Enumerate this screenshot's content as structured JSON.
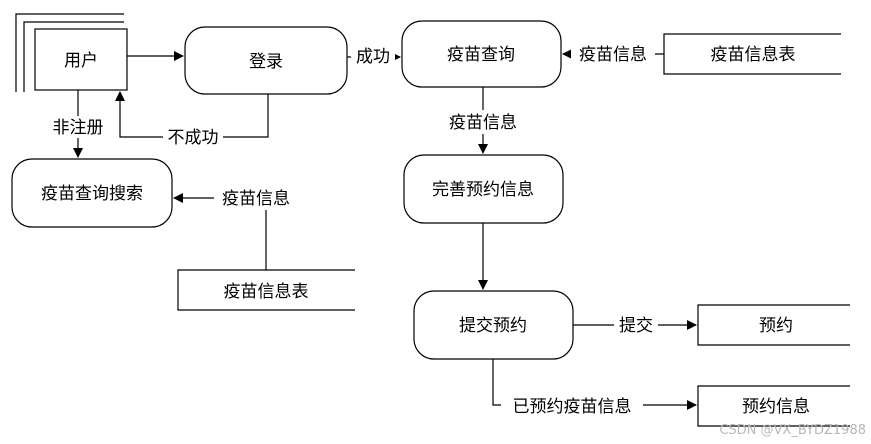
{
  "nodes": {
    "user": "用户",
    "login": "登录",
    "vaccine_query": "疫苗查询",
    "vaccine_info_table_top": "疫苗信息表",
    "query_search": "疫苗查询搜索",
    "vaccine_info_table_bottom": "疫苗信息表",
    "complete_info": "完善预约信息",
    "submit": "提交预约",
    "booking_store": "预约",
    "booking_info_store": "预约信息"
  },
  "edges": {
    "success": "成功",
    "fail": "不成功",
    "unregistered": "非注册",
    "vaccine_info_top": "疫苗信息",
    "vaccine_info_mid": "疫苗信息",
    "vaccine_info_left": "疫苗信息",
    "submit_label": "提交",
    "booked_info": "已预约疫苗信息"
  },
  "watermark": "CSDN @VX_BYDZ1988"
}
